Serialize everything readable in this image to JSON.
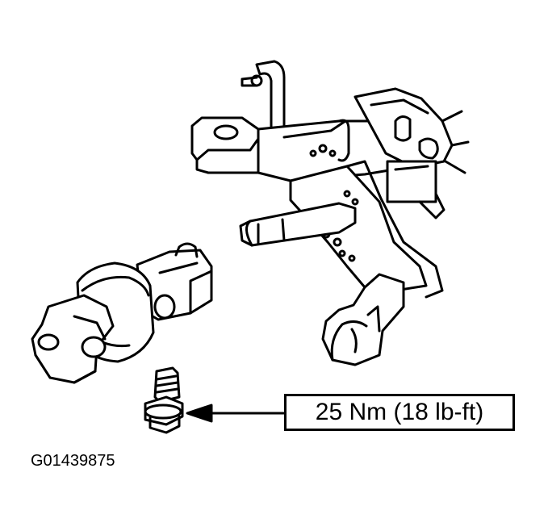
{
  "callout": {
    "torque_label": "25 Nm (18 lb-ft)"
  },
  "figure": {
    "id": "G01439875"
  },
  "colors": {
    "line": "#000000",
    "background": "#ffffff"
  },
  "icons": [
    "steering-column-bracket",
    "universal-joint",
    "flange-bolt",
    "left-arrow"
  ]
}
